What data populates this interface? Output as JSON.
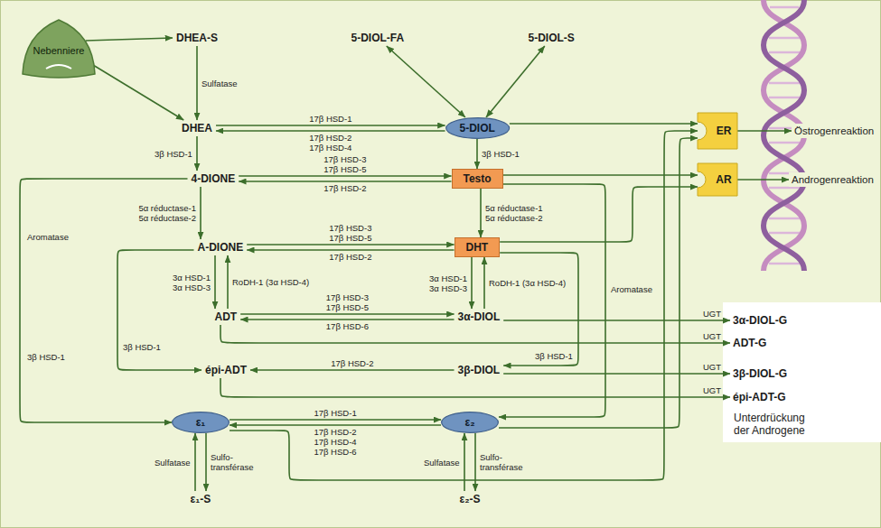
{
  "diagram": {
    "nodes": [
      {
        "text": [
          "Nebenniere"
        ]
      },
      {
        "text": [
          "DHEA-S"
        ]
      },
      {
        "text": [
          "DHEA"
        ]
      },
      {
        "text": [
          "5-DIOL-FA"
        ]
      },
      {
        "text": [
          "5-DIOL-S"
        ]
      },
      {
        "text": [
          "5-DIOL"
        ]
      },
      {
        "text": [
          "4-DIONE"
        ]
      },
      {
        "text": [
          "Testo"
        ]
      },
      {
        "text": [
          "A-DIONE"
        ]
      },
      {
        "text": [
          "DHT"
        ]
      },
      {
        "text": [
          "ADT"
        ]
      },
      {
        "text": [
          "3α-DIOL"
        ]
      },
      {
        "text": [
          "épi-ADT"
        ]
      },
      {
        "text": [
          "3β-DIOL"
        ]
      },
      {
        "text": [
          "ε₁"
        ]
      },
      {
        "text": [
          "ε₂"
        ]
      },
      {
        "text": [
          "ε₁-S"
        ]
      },
      {
        "text": [
          "ε₂-S"
        ]
      },
      {
        "text": [
          "ER"
        ]
      },
      {
        "text": [
          "AR"
        ]
      },
      {
        "text": [
          "Östrogenreaktion"
        ]
      },
      {
        "text": [
          "Androgenreaktion"
        ]
      },
      {
        "text": [
          "3α-DIOL-G"
        ]
      },
      {
        "text": [
          "ADT-G"
        ]
      },
      {
        "text": [
          "3β-DIOL-G"
        ]
      },
      {
        "text": [
          "épi-ADT-G"
        ]
      }
    ],
    "edges": [
      {
        "from": 0,
        "to": 1,
        "arrow": "to"
      },
      {
        "from": 0,
        "to": 2,
        "arrow": "to"
      },
      {
        "from": 1,
        "to": 2,
        "label": "Sulfatase",
        "arrow": "to"
      },
      {
        "from": 2,
        "to": 5,
        "label": "17β HSD-1",
        "arrow": "to"
      },
      {
        "from": 5,
        "to": 2,
        "label": "17β HSD-2 17β HSD-4",
        "arrow": "to"
      },
      {
        "from": 3,
        "to": 5,
        "arrow": "both"
      },
      {
        "from": 4,
        "to": 5,
        "arrow": "both"
      },
      {
        "from": 2,
        "to": 6,
        "label": "3β HSD-1",
        "arrow": "to"
      },
      {
        "from": 5,
        "to": 7,
        "label": "3β HSD-1",
        "arrow": "to"
      },
      {
        "from": 6,
        "to": 7,
        "label": "17β HSD-3 17β HSD-5",
        "arrow": "to"
      },
      {
        "from": 7,
        "to": 6,
        "label": "17β HSD-2",
        "arrow": "to"
      },
      {
        "from": 6,
        "to": 8,
        "label": "5α réductase-1 5α réductase-2",
        "arrow": "to"
      },
      {
        "from": 7,
        "to": 9,
        "label": "5α réductase-1 5α réductase-2",
        "arrow": "to"
      },
      {
        "from": 6,
        "to": 14,
        "label": "Aromatase",
        "arrow": "to"
      },
      {
        "from": 8,
        "to": 9,
        "label": "17β HSD-3 17β HSD-5",
        "arrow": "to"
      },
      {
        "from": 9,
        "to": 8,
        "label": "17β HSD-2",
        "arrow": "to"
      },
      {
        "from": 8,
        "to": 10,
        "label": "3α HSD-1 3α HSD-3",
        "arrow": "to"
      },
      {
        "from": 10,
        "to": 8,
        "label": "RoDH-1 (3α HSD-4)",
        "arrow": "to"
      },
      {
        "from": 9,
        "to": 11,
        "label": "3α HSD-1 3α HSD-3",
        "arrow": "to"
      },
      {
        "from": 11,
        "to": 9,
        "label": "RoDH-1 (3α HSD-4)",
        "arrow": "to"
      },
      {
        "from": 10,
        "to": 11,
        "label": "17β HSD-3 17β HSD-5",
        "arrow": "to"
      },
      {
        "from": 11,
        "to": 10,
        "label": "17β HSD-6",
        "arrow": "to"
      },
      {
        "from": 8,
        "to": 12,
        "label": "3β HSD-1",
        "arrow": "to"
      },
      {
        "from": 9,
        "to": 13,
        "label": "3β HSD-1",
        "arrow": "to"
      },
      {
        "from": 13,
        "to": 12,
        "label": "17β HSD-2",
        "arrow": "to"
      },
      {
        "from": 14,
        "to": 15,
        "label": "17β HSD-1",
        "arrow": "to"
      },
      {
        "from": 15,
        "to": 14,
        "label": "17β HSD-2 17β HSD-4 17β HSD-6",
        "arrow": "to"
      },
      {
        "from": 16,
        "to": 14,
        "label": "Sulfatase",
        "arrow": "to"
      },
      {
        "from": 14,
        "to": 16,
        "label": "Sulfo- transférase",
        "arrow": "to"
      },
      {
        "from": 17,
        "to": 15,
        "label": "Sulfatase",
        "arrow": "to"
      },
      {
        "from": 15,
        "to": 17,
        "label": "Sulfo- transférase",
        "arrow": "to"
      },
      {
        "from": 7,
        "to": 15,
        "label": "Aromatase",
        "arrow": "to"
      },
      {
        "from": 5,
        "to": 18,
        "arrow": "to"
      },
      {
        "from": 7,
        "to": 19,
        "arrow": "to"
      },
      {
        "from": 9,
        "to": 19,
        "arrow": "to"
      },
      {
        "from": 14,
        "to": 18,
        "arrow": "to"
      },
      {
        "from": 15,
        "to": 18,
        "arrow": "to"
      },
      {
        "from": 18,
        "to": 20,
        "arrow": "to"
      },
      {
        "from": 19,
        "to": 21,
        "arrow": "to"
      },
      {
        "from": 11,
        "to": 22,
        "label": "UGT",
        "arrow": "to"
      },
      {
        "from": 10,
        "to": 23,
        "label": "UGT",
        "arrow": "to"
      },
      {
        "from": 13,
        "to": 24,
        "label": "UGT",
        "arrow": "to"
      },
      {
        "from": 12,
        "to": 25,
        "label": "UGT",
        "arrow": "to"
      }
    ],
    "labels": [
      "3β HSD-1",
      "Unterdrückung der Androgene"
    ]
  }
}
